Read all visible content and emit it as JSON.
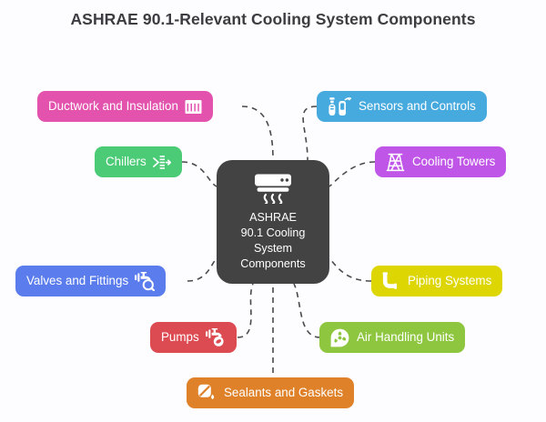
{
  "title": "ASHRAE 90.1-Relevant Cooling System\nComponents",
  "background_color": "#fdfdff",
  "center": {
    "label": "ASHRAE\n90.1 Cooling\nSystem\nComponents",
    "icon": "air-conditioner-icon",
    "color": "#434343",
    "text_color": "#ffffff"
  },
  "connector": {
    "style": "dashed",
    "color": "#4a4a4a"
  },
  "nodes": [
    {
      "id": "ductwork-and-insulation",
      "label": "Ductwork and Insulation",
      "icon": "duct-vent-grille-icon",
      "color": "#e352ad",
      "icon_side": "right"
    },
    {
      "id": "chillers",
      "label": "Chillers",
      "icon": "chiller-flow-icon",
      "color": "#4ccb77",
      "icon_side": "right"
    },
    {
      "id": "valves-and-fittings",
      "label": "Valves and Fittings",
      "icon": "valve-magnifier-icon",
      "color": "#5a7ced",
      "icon_side": "right"
    },
    {
      "id": "pumps",
      "label": "Pumps",
      "icon": "pump-valve-icon",
      "color": "#dc4b52",
      "icon_side": "right"
    },
    {
      "id": "sealants-and-gaskets",
      "label": "Sealants and Gaskets",
      "icon": "sealant-droplet-icon",
      "color": "#df8129",
      "icon_side": "left"
    },
    {
      "id": "air-handling-units",
      "label": "Air Handling Units",
      "icon": "fan-circle-icon",
      "color": "#8ec63f",
      "icon_side": "left"
    },
    {
      "id": "piping-systems",
      "label": "Piping Systems",
      "icon": "pipe-elbow-icon",
      "color": "#ddd602",
      "icon_side": "left"
    },
    {
      "id": "cooling-towers",
      "label": "Cooling Towers",
      "icon": "cooling-tower-icon",
      "color": "#c056e8",
      "icon_side": "left"
    },
    {
      "id": "sensors-and-controls",
      "label": "Sensors and Controls",
      "icon": "sensor-wireless-icon",
      "color": "#47aade",
      "icon_side": "left"
    }
  ]
}
